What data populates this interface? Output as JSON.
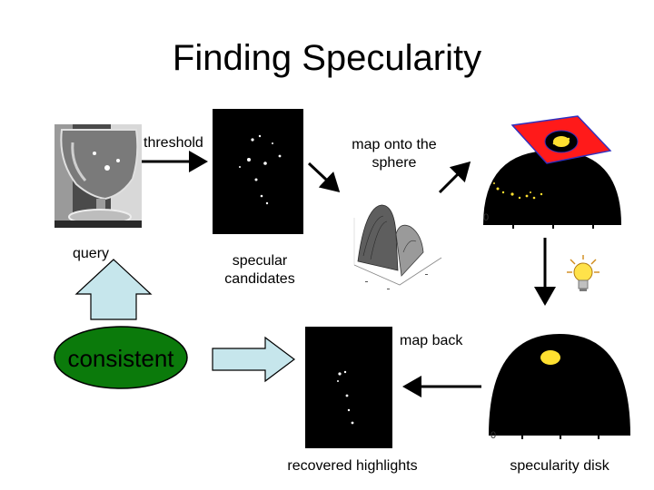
{
  "slide": {
    "title": "Finding Specularity"
  },
  "labels": {
    "threshold": "threshold",
    "query": "query",
    "map_onto_sphere": "map onto the sphere",
    "specular_candidates": "specular candidates",
    "consistent": "consistent",
    "map_back": "map back",
    "recovered_highlights": "recovered highlights",
    "specularity_disk": "specularity disk"
  },
  "image_text": {
    "sphere_axis_zero_top": "0",
    "sphere_axis_zero_bottom": "0"
  },
  "colors": {
    "consistent_fill": "#0b7a0b",
    "block_arrow_fill": "#c6e6ec",
    "plane_red": "#ff1a1a",
    "highlight_yellow": "#ffe030"
  },
  "icons": [
    "lightbulb-icon"
  ]
}
